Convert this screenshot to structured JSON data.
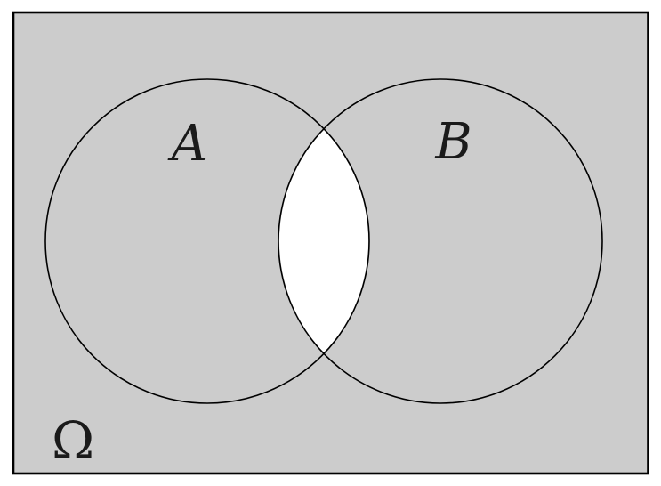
{
  "diagram": {
    "type": "venn-diagram",
    "universe_label": "Ω",
    "sets": [
      {
        "label": "A"
      },
      {
        "label": "B"
      }
    ],
    "white_region": "A ∩ B",
    "shaded_region": "complement of A ∩ B",
    "colors": {
      "shaded_fill": "#cccccc",
      "unshaded_fill": "#ffffff",
      "stroke": "#000000",
      "page_background": "#ffffff"
    }
  }
}
